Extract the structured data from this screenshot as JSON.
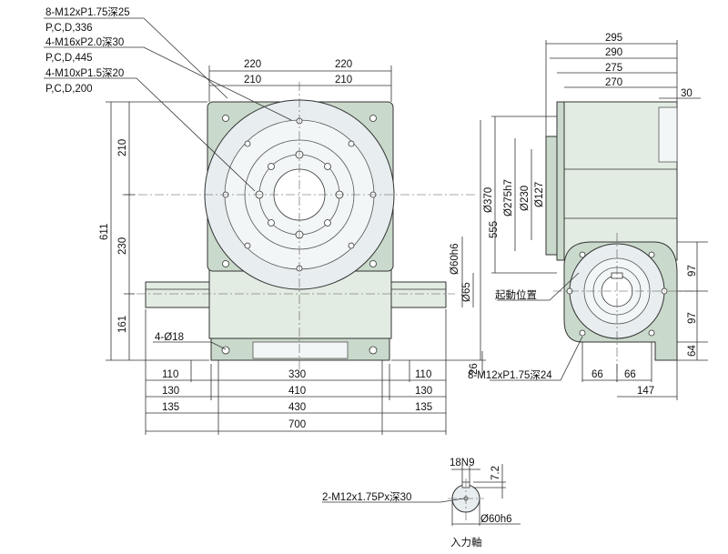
{
  "callouts": {
    "c1": "8-M12xP1.75深25",
    "c2": "P,C,D,336",
    "c3": "4-M16xP2.0深30",
    "c4": "P,C,D,445",
    "c5": "4-M10xP1.5深20",
    "c6": "P,C,D,200",
    "holes": "4-Ø18",
    "side_bolts": "8-M12xP1.75深24",
    "start_pos": "起動位置",
    "shaft_tap": "2-M12x1.75Px深30",
    "shaft_label": "入力軸"
  },
  "front": {
    "top_220_left": "220",
    "top_220_right": "220",
    "top_210_left": "210",
    "top_210_right": "210",
    "v210": "210",
    "v230": "230",
    "v161": "161",
    "v611": "611",
    "v555": "555",
    "shaft_dia": "Ø60h6",
    "shaft_65": "Ø65",
    "v26": "26",
    "b110_l": "110",
    "b110_r": "110",
    "b330": "330",
    "b130_l": "130",
    "b130_r": "130",
    "b410": "410",
    "b135_l": "135",
    "b135_r": "135",
    "b430": "430",
    "b700": "700"
  },
  "side": {
    "h295": "295",
    "h290": "290",
    "h275": "275",
    "h270": "270",
    "h30": "30",
    "d370": "Ø370",
    "d275": "Ø275h7",
    "d230": "Ø230",
    "d127": "Ø127",
    "v97a": "97",
    "v97b": "97",
    "v64": "64",
    "b66a": "66",
    "b66b": "66",
    "b147": "147"
  },
  "shaft": {
    "key_w": "18N9",
    "key_d": "7.2",
    "dia": "Ø60h6"
  }
}
